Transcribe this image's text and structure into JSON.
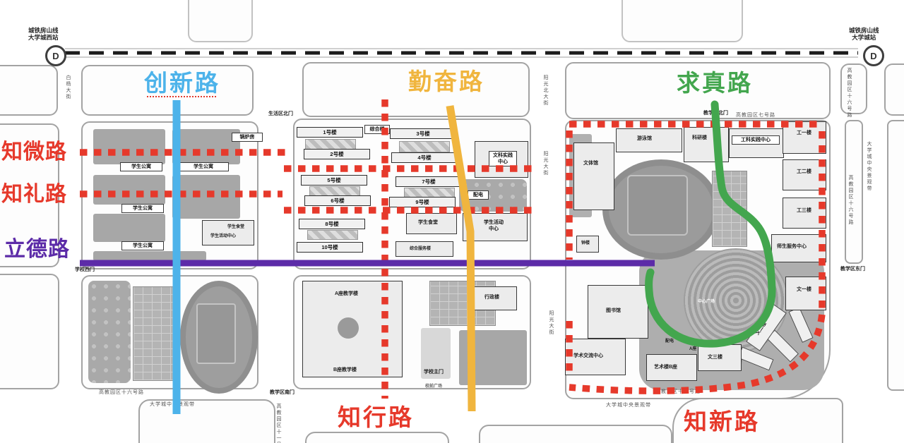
{
  "railway": {
    "line": "城铁房山线",
    "west_station": "大学城西站",
    "east_station": "大学城站",
    "glyph": "D"
  },
  "roads": {
    "chuangxin": "创新路",
    "qinfen": "勤奋路",
    "qiuzhen": "求真路",
    "zhiwei": "知微路",
    "zhili": "知礼路",
    "lide": "立德路",
    "zhixing": "知行路",
    "zhixin": "知新路"
  },
  "road_colors": {
    "chuangxin": "#4db3ea",
    "qinfen": "#f0b53e",
    "qiuzhen": "#43a64e",
    "red": "#e6392b",
    "lide": "#5c2ba8"
  },
  "gates": {
    "life_north": "生活区北门",
    "school_west": "学校西门",
    "school_main": "学校主门",
    "teach_south": "教学区南门",
    "teach_east": "教学区东门",
    "teach_north": "教学区北门",
    "front_plaza": "校前广场"
  },
  "streets": {
    "yangguang": "阳光大街",
    "yangguang_n": "阳光北大街",
    "baiyang": "白杨大街",
    "g7": "高教园区七号路",
    "g11": "高教园区十一号路",
    "g16": "高教园区十六号路",
    "belt": "大学城中央景观带"
  },
  "buildings": {
    "dorm": "学生公寓",
    "boiler": "锅炉房",
    "canteen": "学生食堂",
    "activity": "学生活动中心",
    "no1": "1号楼",
    "no2": "2号楼",
    "no3": "3号楼",
    "no4": "4号楼",
    "no5": "5号楼",
    "no6": "6号楼",
    "no7": "7号楼",
    "no8": "8号楼",
    "no9": "9号楼",
    "no10": "10号楼",
    "zonghe": "综合楼",
    "peidian": "配电",
    "service_bldg": "综合服务楼",
    "wenke": "文科实践中心",
    "teach_a": "A座教学楼",
    "teach_b": "B座教学楼",
    "admin": "行政楼",
    "pool": "游泳馆",
    "research": "科研楼",
    "wenti": "文体馆",
    "bell": "钟楼",
    "eng_center": "工科实践中心",
    "eng1": "工一楼",
    "eng2": "工二楼",
    "eng3": "工三楼",
    "staff_service": "师生服务中心",
    "wen1": "文一楼",
    "wen2": "文二楼",
    "wen3": "文三楼",
    "art_a": "A座",
    "art_b": "艺术楼B座",
    "library": "图书馆",
    "exchange": "学术交流中心",
    "center_plaza": "中心广场"
  }
}
